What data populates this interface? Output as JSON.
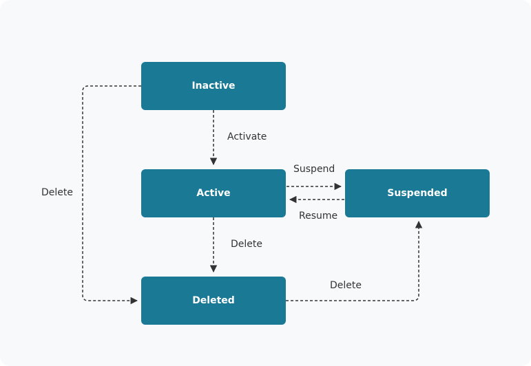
{
  "colors": {
    "node_fill": "#1a7a96",
    "node_text": "#ffffff",
    "edge": "#333333",
    "background": "#f8f9fa"
  },
  "nodes": {
    "inactive": "Inactive",
    "active": "Active",
    "suspended": "Suspended",
    "deleted": "Deleted"
  },
  "edges": {
    "activate": "Activate",
    "suspend": "Suspend",
    "resume": "Resume",
    "delete_active": "Delete",
    "delete_inactive": "Delete",
    "delete_deleted_suspended": "Delete"
  }
}
